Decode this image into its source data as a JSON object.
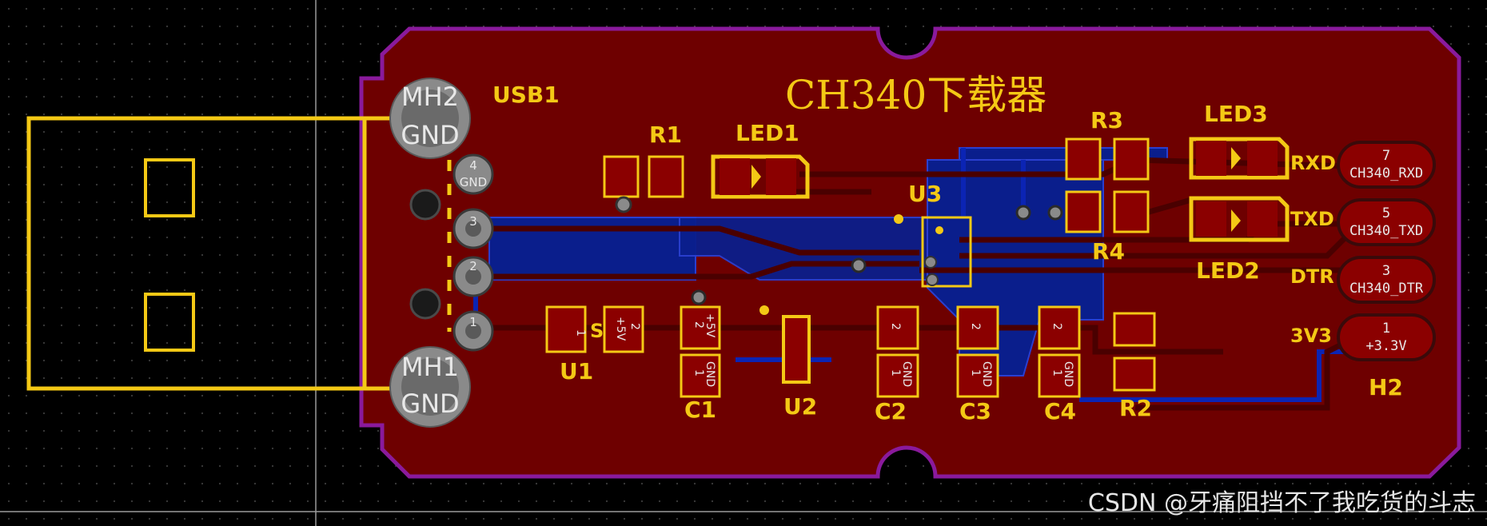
{
  "colors": {
    "background": "#000000",
    "grid_dot": "#3a3a3a",
    "board_fill": "#6e0000",
    "board_outline": "#8a1a9c",
    "top_copper": "#8b0000",
    "bottom_copper": "#0a1e8c",
    "silkscreen": "#f4c915",
    "pad": "#8b0000",
    "via": "#8a8a8a"
  },
  "board": {
    "title": "CH340下载器"
  },
  "connector": {
    "ref": "USB1",
    "mount_holes": [
      {
        "name": "MH2",
        "net": "GND"
      },
      {
        "name": "MH1",
        "net": "GND"
      }
    ],
    "pins": [
      {
        "number": "4",
        "net": "GND"
      },
      {
        "number": "3",
        "net": ""
      },
      {
        "number": "2",
        "net": ""
      },
      {
        "number": "1",
        "net": ""
      }
    ]
  },
  "components": {
    "r1": "R1",
    "led1": "LED1",
    "u3": "U3",
    "r3": "R3",
    "r4": "R4",
    "led3": "LED3",
    "led2": "LED2",
    "u1": "U1",
    "c1": "C1",
    "u2": "U2",
    "c2": "C2",
    "c3": "C3",
    "c4": "C4",
    "r2": "R2",
    "h2": "H2"
  },
  "u1_pads": [
    {
      "num": "1",
      "net": ""
    },
    {
      "num": "2",
      "net": "+5V"
    }
  ],
  "c1_pads": [
    {
      "num": "2",
      "net": "+5V"
    },
    {
      "num": "1",
      "net": "GND"
    }
  ],
  "cap_pads": [
    {
      "num": "2",
      "net": ""
    },
    {
      "num": "1",
      "net": "GND"
    }
  ],
  "header": {
    "ref": "H2",
    "pins": [
      {
        "silk": "RXD",
        "number": "7",
        "net": "CH340_RXD"
      },
      {
        "silk": "TXD",
        "number": "5",
        "net": "CH340_TXD"
      },
      {
        "silk": "DTR",
        "number": "3",
        "net": "CH340_DTR"
      },
      {
        "silk": "3V3",
        "number": "1",
        "net": "+3.3V"
      }
    ]
  },
  "watermark": "CSDN @牙痛阻挡不了我吃货的斗志"
}
